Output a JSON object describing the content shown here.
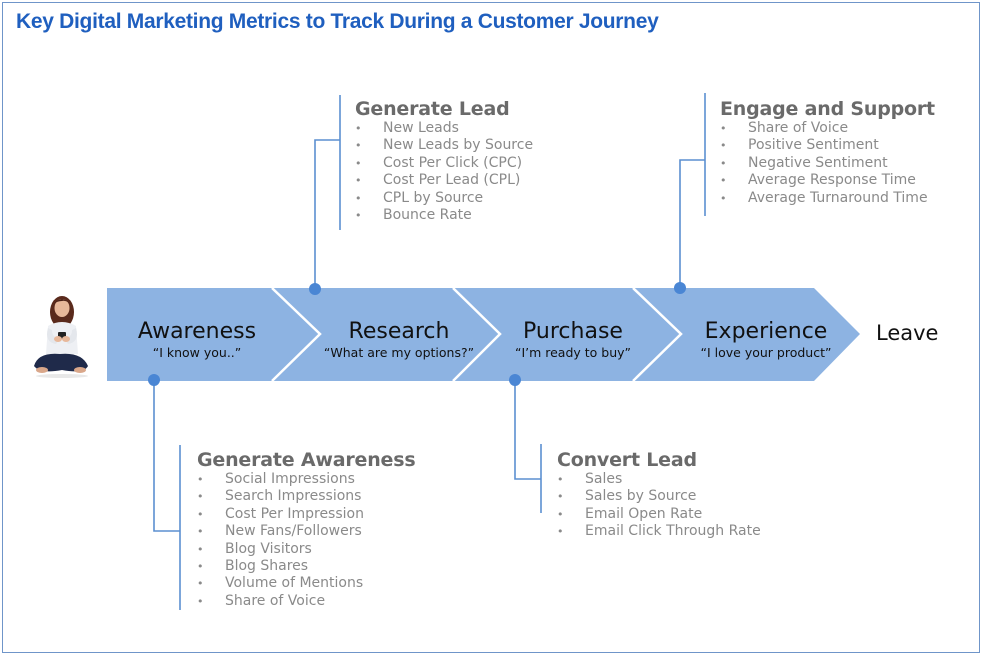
{
  "title": "Key Digital Marketing Metrics to Track During a Customer Journey",
  "colors": {
    "title": "#1f5fbf",
    "band": "#8db3e2",
    "connector": "#5b8fd0",
    "dot": "#4a86d4",
    "metric_title": "#6a6a6a",
    "metric_item": "#8a8a8a"
  },
  "avatar": {
    "icon": "person-sitting-with-phone",
    "description": "Woman sitting cross-legged holding a phone"
  },
  "stages": [
    {
      "name": "Awareness",
      "quote": "“I know you..”"
    },
    {
      "name": "Research",
      "quote": "“What are my options?”"
    },
    {
      "name": "Purchase",
      "quote": "“I’m ready to buy”"
    },
    {
      "name": "Experience",
      "quote": "“I love your product”"
    }
  ],
  "end_label": "Leave",
  "metric_groups": [
    {
      "stage": "Research",
      "title": "Generate Lead",
      "items": [
        "New Leads",
        "New Leads by Source",
        "Cost Per Click (CPC)",
        "Cost Per Lead (CPL)",
        "CPL by Source",
        "Bounce Rate"
      ]
    },
    {
      "stage": "Experience",
      "title": "Engage and Support",
      "items": [
        "Share of Voice",
        "Positive Sentiment",
        "Negative Sentiment",
        "Average Response Time",
        "Average Turnaround Time"
      ]
    },
    {
      "stage": "Awareness",
      "title": "Generate Awareness",
      "items": [
        "Social Impressions",
        "Search Impressions",
        "Cost Per Impression",
        "New Fans/Followers",
        "Blog Visitors",
        "Blog Shares",
        "Volume of Mentions",
        "Share of Voice"
      ]
    },
    {
      "stage": "Purchase",
      "title": "Convert Lead",
      "items": [
        "Sales",
        "Sales by Source",
        "Email Open Rate",
        "Email Click Through Rate"
      ]
    }
  ]
}
